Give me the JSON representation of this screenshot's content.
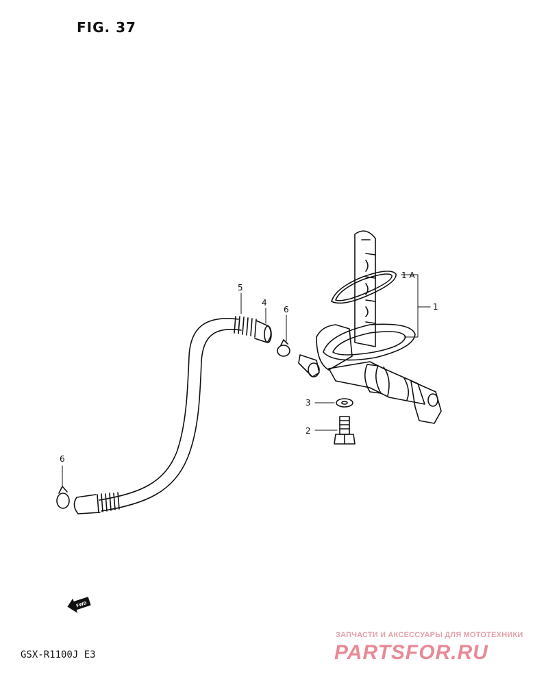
{
  "figure": {
    "title": "FIG. 37"
  },
  "model": "GSX-R1100J  E3",
  "callouts": [
    {
      "id": "1",
      "label": "1"
    },
    {
      "id": "1A",
      "label": "1 A"
    },
    {
      "id": "2",
      "label": "2"
    },
    {
      "id": "3",
      "label": "3"
    },
    {
      "id": "4",
      "label": "4"
    },
    {
      "id": "5",
      "label": "5"
    },
    {
      "id": "6a",
      "label": "6"
    },
    {
      "id": "6b",
      "label": "6"
    }
  ],
  "fwd_badge": "FWD",
  "watermark": {
    "tagline": "ЗАПЧАСТИ И АКСЕССУАРЫ ДЛЯ МОТОТЕХНИКИ",
    "brand": "PARTSFOR.RU",
    "color": "#e88a96"
  }
}
